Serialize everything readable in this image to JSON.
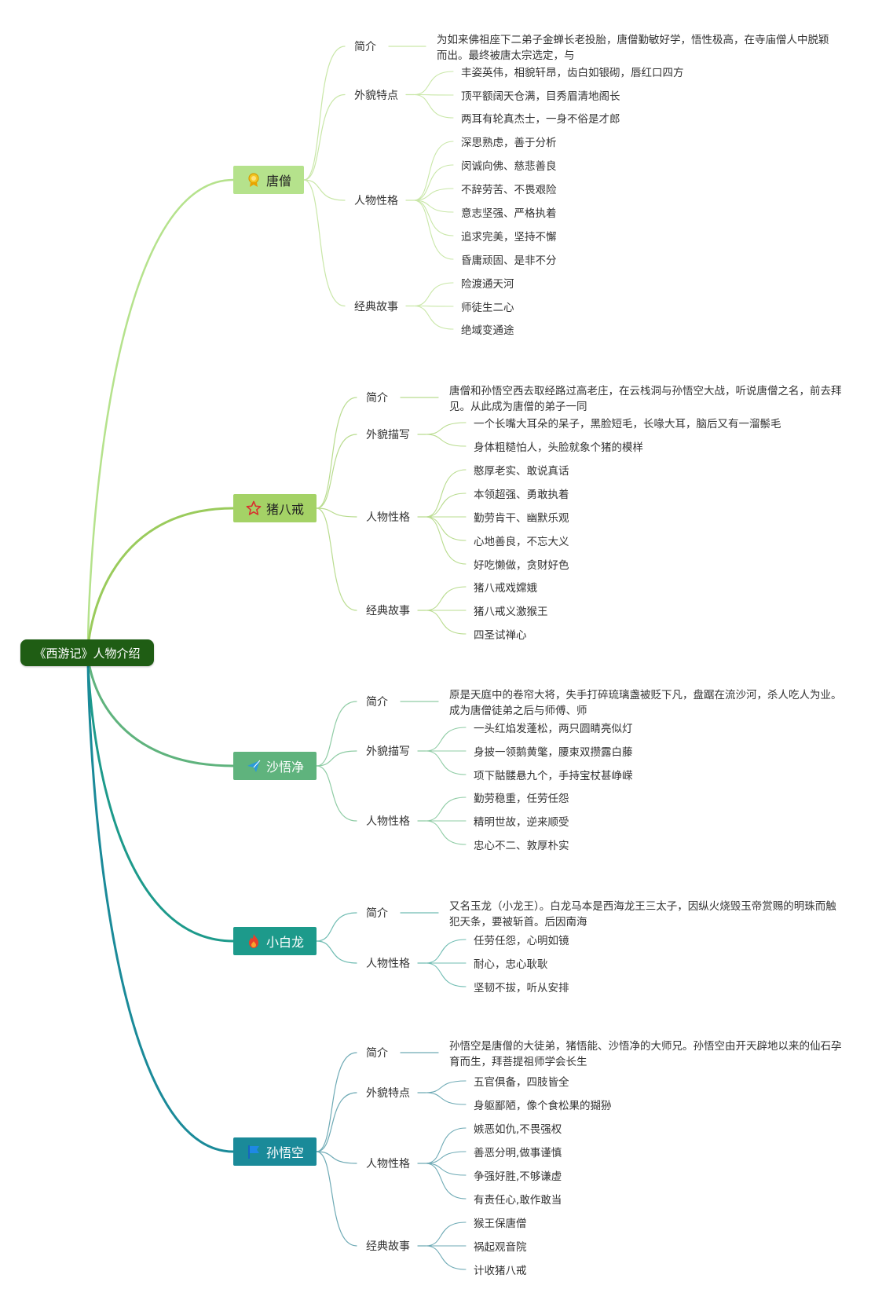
{
  "root": "《西游记》人物介绍",
  "colors": {
    "root_bg": "#1f5d14",
    "tangseng": "#b5e28c",
    "bajie": "#a4d266",
    "wujing": "#5fb37d",
    "bailong": "#1d9a8b",
    "wukong": "#1a8a99"
  },
  "characters": [
    {
      "name": "唐僧",
      "icon": "medal-icon",
      "intro_label": "简介",
      "intro": "为如来佛祖座下二弟子金蝉长老投胎，唐僧勤敏好学，悟性极高，在寺庙僧人中脱颖而出。最终被唐太宗选定，与",
      "groups": [
        {
          "label": "外貌特点",
          "items": [
            "丰姿英伟，相貌轩昂，齿白如银砌，唇红口四方",
            "顶平额阔天仓满，目秀眉清地阁长",
            "两耳有轮真杰士，一身不俗是才郎"
          ]
        },
        {
          "label": "人物性格",
          "items": [
            "深思熟虑，善于分析",
            "闵诚向佛、慈悲善良",
            "不辞劳苦、不畏艰险",
            "意志坚强、严格执着",
            "追求完美，坚持不懈",
            "昏庸顽固、是非不分"
          ]
        },
        {
          "label": "经典故事",
          "items": [
            "险渡通天河",
            "师徒生二心",
            "绝域变通途"
          ]
        }
      ]
    },
    {
      "name": "猪八戒",
      "icon": "star-icon",
      "intro_label": "简介",
      "intro": "唐僧和孙悟空西去取经路过高老庄，在云栈洞与孙悟空大战，听说唐僧之名，前去拜见。从此成为唐僧的弟子一同",
      "groups": [
        {
          "label": "外貌描写",
          "items": [
            "一个长嘴大耳朵的呆子，黑脸短毛，长喙大耳，脑后又有一溜鬃毛",
            "身体粗糙怕人，头脸就象个猪的模样"
          ]
        },
        {
          "label": "人物性格",
          "items": [
            "憨厚老实、敢说真话",
            "本领超强、勇敢执着",
            "勤劳肯干、幽默乐观",
            "心地善良，不忘大义",
            "好吃懒做，贪财好色"
          ]
        },
        {
          "label": "经典故事",
          "items": [
            "猪八戒戏嫦娥",
            "猪八戒义激猴王",
            "四圣试禅心"
          ]
        }
      ]
    },
    {
      "name": "沙悟净",
      "icon": "paper-plane-icon",
      "intro_label": "简介",
      "intro": "原是天庭中的卷帘大将，失手打碎琉璃盏被贬下凡，盘踞在流沙河，杀人吃人为业。成为唐僧徒弟之后与师傅、师",
      "groups": [
        {
          "label": "外貌描写",
          "items": [
            "一头红焰发蓬松，两只圆睛亮似灯",
            "身披一领鹅黄氅，腰束双攒露白藤",
            "项下骷髅悬九个，手持宝杖甚峥嵘"
          ]
        },
        {
          "label": "人物性格",
          "items": [
            "勤劳稳重，任劳任怨",
            "精明世故，逆来顺受",
            "忠心不二、敦厚朴实"
          ]
        }
      ]
    },
    {
      "name": "小白龙",
      "icon": "fire-icon",
      "intro_label": "简介",
      "intro": "又名玉龙（小龙王）。白龙马本是西海龙王三太子，因纵火烧毁玉帝赏赐的明珠而触犯天条，要被斩首。后因南海",
      "groups": [
        {
          "label": "人物性格",
          "items": [
            "任劳任怨，心明如镜",
            "耐心，忠心耿耿",
            "坚韧不拔，听从安排"
          ]
        }
      ]
    },
    {
      "name": "孙悟空",
      "icon": "flag-icon",
      "intro_label": "简介",
      "intro": "孙悟空是唐僧的大徒弟，猪悟能、沙悟净的大师兄。孙悟空由开天辟地以来的仙石孕育而生，拜菩提祖师学会长生",
      "groups": [
        {
          "label": "外貌特点",
          "items": [
            "五官俱备，四肢皆全",
            "身躯鄙陋，像个食松果的猢狲"
          ]
        },
        {
          "label": "人物性格",
          "items": [
            "嫉恶如仇,不畏强权",
            "善恶分明,做事谨慎",
            "争强好胜,不够谦虚",
            "有责任心,敢作敢当"
          ]
        },
        {
          "label": "经典故事",
          "items": [
            "猴王保唐僧",
            "祸起观音院",
            "计收猪八戒"
          ]
        }
      ]
    }
  ]
}
